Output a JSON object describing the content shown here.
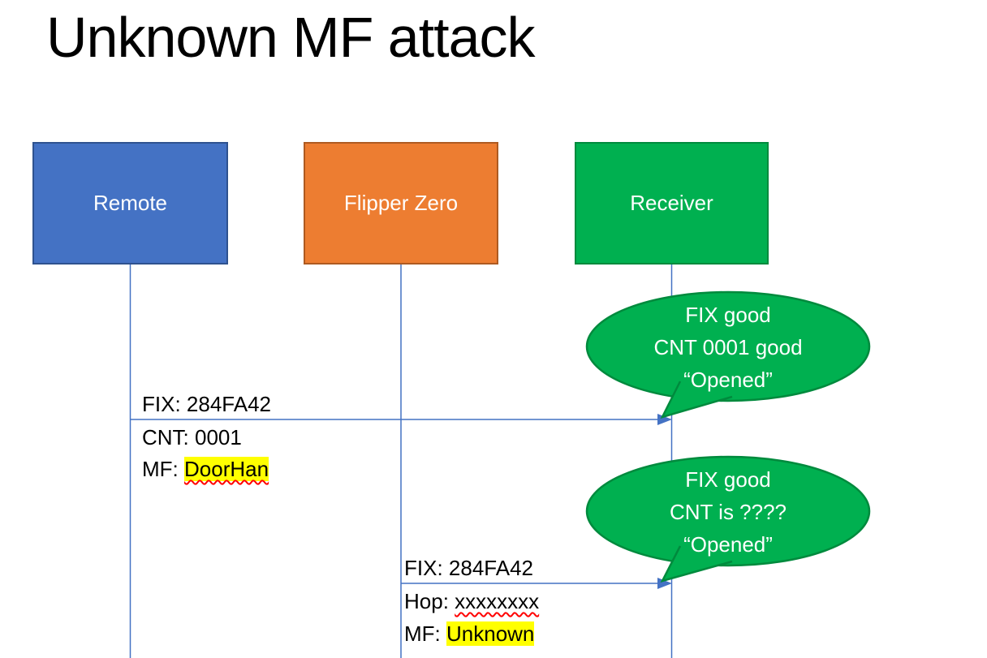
{
  "slide": {
    "title": "Unknown MF attack"
  },
  "actors": [
    {
      "label": "Remote",
      "fill": "#4472C4",
      "border": "#2F528F"
    },
    {
      "label": "Flipper Zero",
      "fill": "#ED7D31",
      "border": "#AE5A21"
    },
    {
      "label": "Receiver",
      "fill": "#00B050",
      "border": "#008A3D"
    }
  ],
  "messages": {
    "m1": {
      "from": "Remote",
      "to": "Receiver",
      "line1": "FIX: 284FA42",
      "line2": "CNT: 0001",
      "line3_prefix": "MF: ",
      "line3_value": "DoorHan"
    },
    "m2": {
      "from": "Flipper Zero",
      "to": "Receiver",
      "line1": "FIX: 284FA42",
      "line2_prefix": "Hop: ",
      "line2_value": "xxxxxxxx",
      "line3_prefix": "MF: ",
      "line3_value": "Unknown"
    }
  },
  "callouts": {
    "c1": {
      "line1": "FIX good",
      "line2": "CNT 0001 good",
      "line3": "“Opened”"
    },
    "c2": {
      "line1": "FIX good",
      "line2": "CNT is ????",
      "line3": "“Opened”"
    }
  },
  "colors": {
    "lifeline": "#4472C4",
    "arrow": "#4472C4",
    "callout_fill": "#00B050",
    "callout_border": "#008A3D",
    "highlight": "#FFFF00",
    "spellcheck_underline": "#FF0000"
  }
}
